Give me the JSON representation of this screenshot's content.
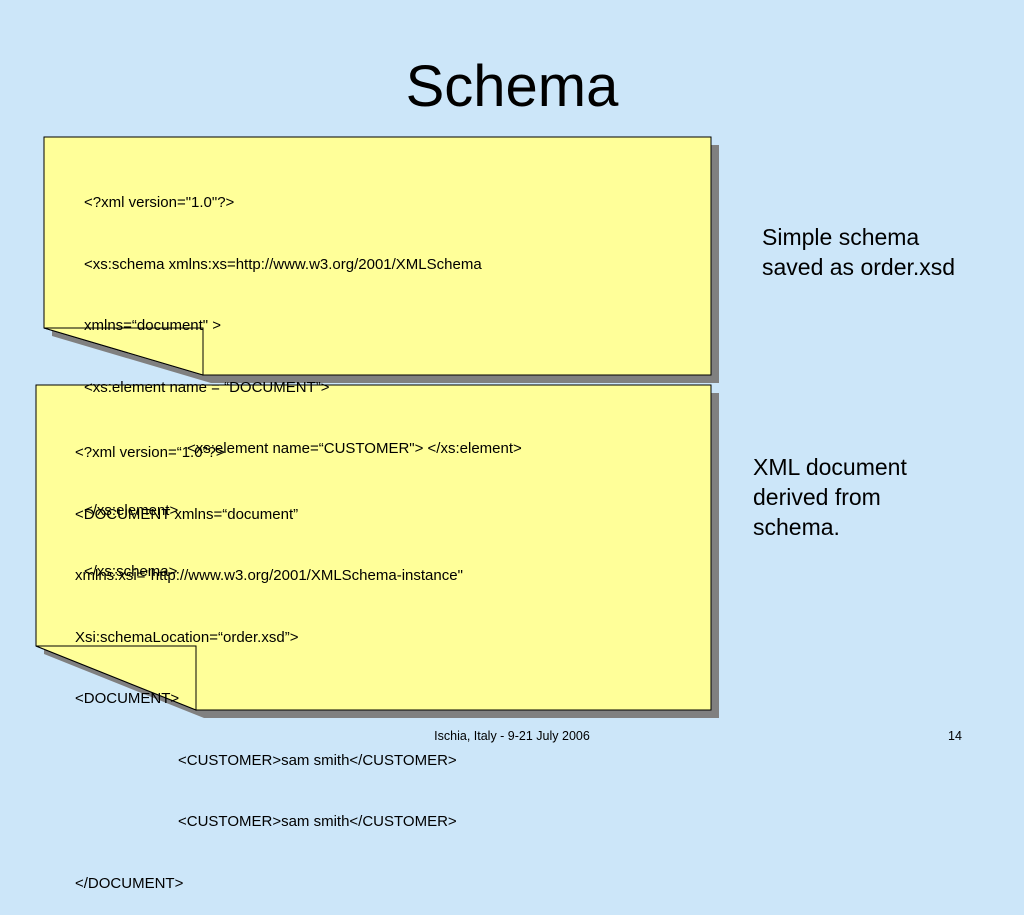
{
  "slide": {
    "title": "Schema"
  },
  "schema_note": {
    "lines": [
      "<?xml version=\"1.0\"?>",
      "<xs:schema xmlns:xs=http://www.w3.org/2001/XMLSchema",
      "xmlns=“document\" >",
      "<xs:element name = “DOCUMENT”>",
      "<xs:element name=“CUSTOMER\"> </xs:element>",
      "</xs:element>",
      "</xs:schema>"
    ],
    "caption_line1": "Simple schema",
    "caption_line2": "saved as order.xsd"
  },
  "document_note": {
    "lines": [
      "<?xml version=“1.0”?>",
      "<DOCUMENT xmlns=“document”",
      "xmlns:xsi=\"http://www.w3.org/2001/XMLSchema-instance\"",
      "Xsi:schemaLocation=“order.xsd”>",
      "<DOCUMENT>",
      "<CUSTOMER>sam smith</CUSTOMER>",
      "<CUSTOMER>sam smith</CUSTOMER>",
      "</DOCUMENT>"
    ],
    "caption_line1": "XML document",
    "caption_line2": "derived from",
    "caption_line3": "schema."
  },
  "footer": {
    "center_text": "Ischia, Italy - 9-21 July 2006",
    "page_number": "14"
  },
  "colors": {
    "background": "#cce6f9",
    "note_fill": "#ffff99",
    "note_shadow": "#7f7f7f"
  }
}
